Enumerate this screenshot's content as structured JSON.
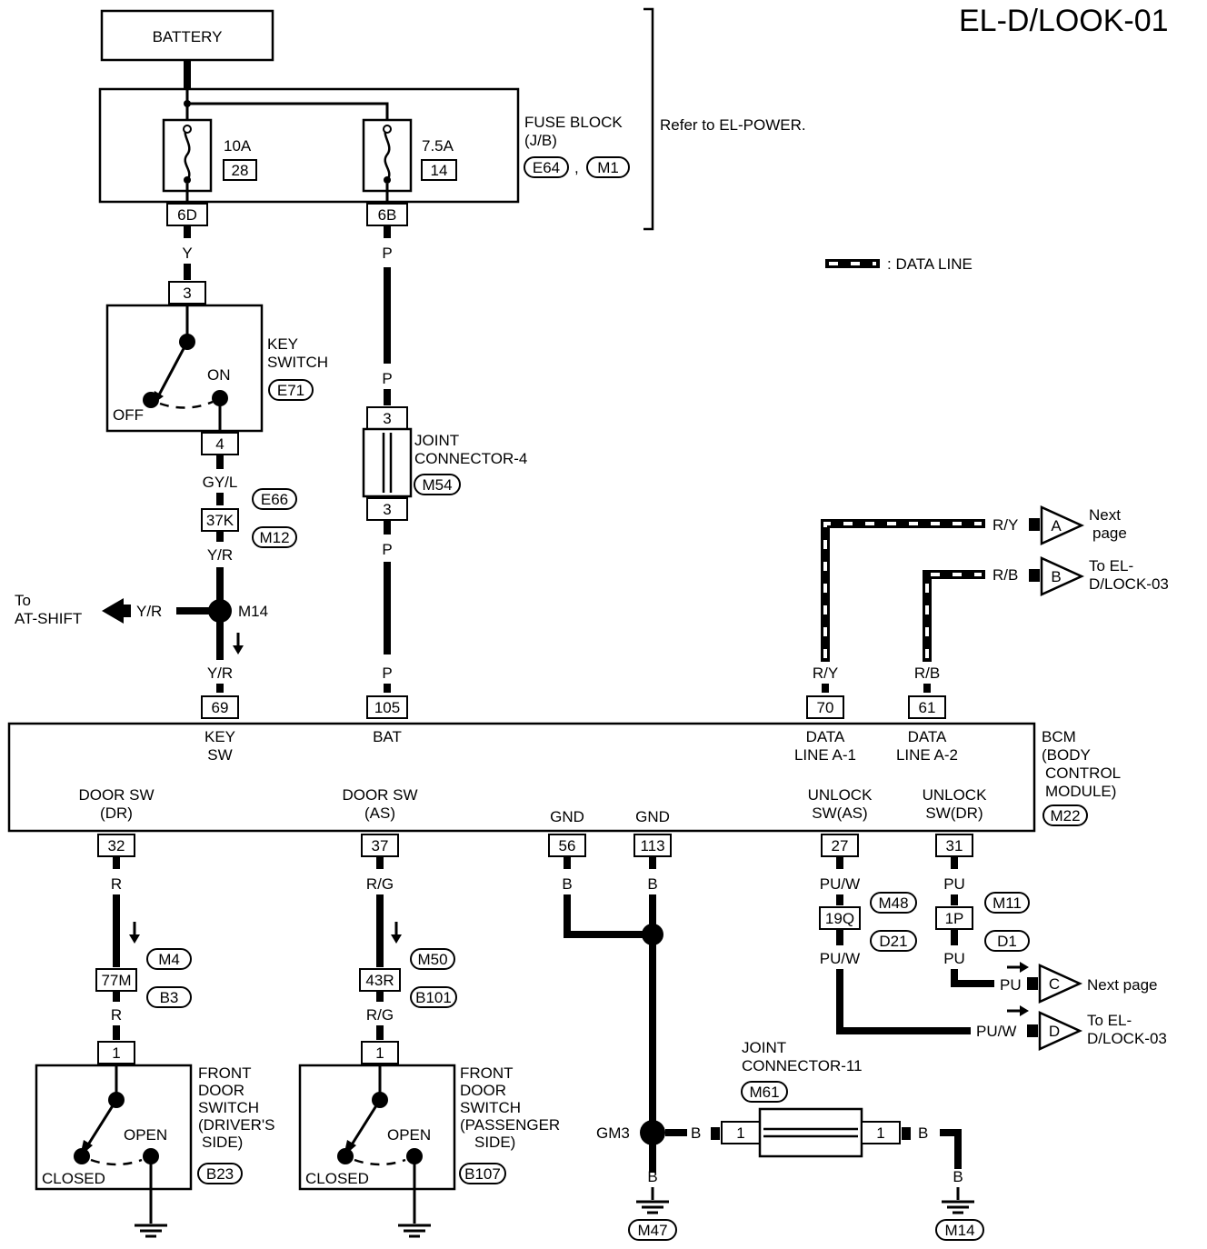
{
  "page_title": "EL-D/LOOK-01",
  "battery_label": "BATTERY",
  "fuse_block": {
    "label_line1": "FUSE BLOCK",
    "label_line2": "(J/B)",
    "conn1": "E64",
    "conn_sep": ",",
    "conn2": "M1",
    "refer": "Refer to EL-POWER.",
    "fuse1_amp": "10A",
    "fuse1_num": "28",
    "fuse2_amp": "7.5A",
    "fuse2_num": "14",
    "pin1": "6D",
    "pin2": "6B"
  },
  "legend": {
    "data_line": ": DATA LINE"
  },
  "key_switch": {
    "label_line1": "KEY",
    "label_line2": "SWITCH",
    "conn": "E71",
    "pin_top": "3",
    "pin_bottom": "4",
    "on_label": "ON",
    "off_label": "OFF"
  },
  "joint4": {
    "label_line1": "JOINT",
    "label_line2": "CONNECTOR-4",
    "conn": "M54",
    "pin_top": "3",
    "pin_bottom": "3"
  },
  "wires": {
    "y": "Y",
    "p1": "P",
    "p2": "P",
    "p3": "P",
    "p4": "P",
    "gyl": "GY/L",
    "yr1": "Y/R",
    "yr2": "Y/R",
    "yr3": "Y/R",
    "ry1": "R/Y",
    "ry2": "R/Y",
    "rb1": "R/B",
    "rb2": "R/B",
    "r1": "R",
    "r2": "R",
    "rg1": "R/G",
    "rg2": "R/G",
    "b1": "B",
    "b2": "B",
    "b3": "B",
    "b4": "B",
    "b5": "B",
    "b6": "B",
    "puw1": "PU/W",
    "puw2": "PU/W",
    "puw3": "PU/W",
    "pu1": "PU",
    "pu2": "PU",
    "pu3": "PU"
  },
  "connectors": {
    "e66": "E66",
    "m12": "M12",
    "pin_37k": "37K",
    "m14_splice": "M14",
    "m4": "M4",
    "b3": "B3",
    "pin_77m": "77M",
    "m50": "M50",
    "b101": "B101",
    "pin_43r": "43R",
    "m48": "M48",
    "d21": "D21",
    "pin_19q": "19Q",
    "m11": "M11",
    "d1": "D1",
    "pin_1p": "1P",
    "gm3": "GM3",
    "m47": "M47",
    "m14_ground": "M14"
  },
  "to_at_shift_line1": "To",
  "to_at_shift_line2": "AT-SHIFT",
  "offpage": {
    "a_letter": "A",
    "a_line1": "Next",
    "a_line2": "page",
    "b_letter": "B",
    "b_line1": "To EL-",
    "b_line2": "D/LOCK-03",
    "c_letter": "C",
    "c_line1": "Next page",
    "d_letter": "D",
    "d_line1": "To EL-",
    "d_line2": "D/LOCK-03"
  },
  "bcm": {
    "label_line1": "BCM",
    "label_line2": "(BODY",
    "label_line3": "CONTROL",
    "label_line4": "MODULE)",
    "conn": "M22",
    "pin_69": "69",
    "pin_105": "105",
    "pin_70": "70",
    "pin_61": "61",
    "pin_32": "32",
    "pin_37": "37",
    "pin_56": "56",
    "pin_113": "113",
    "pin_27": "27",
    "pin_31": "31",
    "key_sw_line1": "KEY",
    "key_sw_line2": "SW",
    "bat": "BAT",
    "data_a1_line1": "DATA",
    "data_a1_line2": "LINE A-1",
    "data_a2_line1": "DATA",
    "data_a2_line2": "LINE A-2",
    "door_dr_line1": "DOOR SW",
    "door_dr_line2": "(DR)",
    "door_as_line1": "DOOR SW",
    "door_as_line2": "(AS)",
    "gnd1": "GND",
    "gnd2": "GND",
    "unlock_as_line1": "UNLOCK",
    "unlock_as_line2": "SW(AS)",
    "unlock_dr_line1": "UNLOCK",
    "unlock_dr_line2": "SW(DR)"
  },
  "front_door_dr": {
    "pin": "1",
    "line1": "FRONT",
    "line2": "DOOR",
    "line3": "SWITCH",
    "line4": "(DRIVER'S",
    "line5": "SIDE)",
    "conn": "B23",
    "open": "OPEN",
    "closed": "CLOSED"
  },
  "front_door_as": {
    "pin": "1",
    "line1": "FRONT",
    "line2": "DOOR",
    "line3": "SWITCH",
    "line4": "(PASSENGER",
    "line5": "SIDE)",
    "conn": "B107",
    "open": "OPEN",
    "closed": "CLOSED"
  },
  "joint11": {
    "label_line1": "JOINT",
    "label_line2": "CONNECTOR-11",
    "conn": "M61",
    "pin_left": "1",
    "pin_right": "1"
  }
}
